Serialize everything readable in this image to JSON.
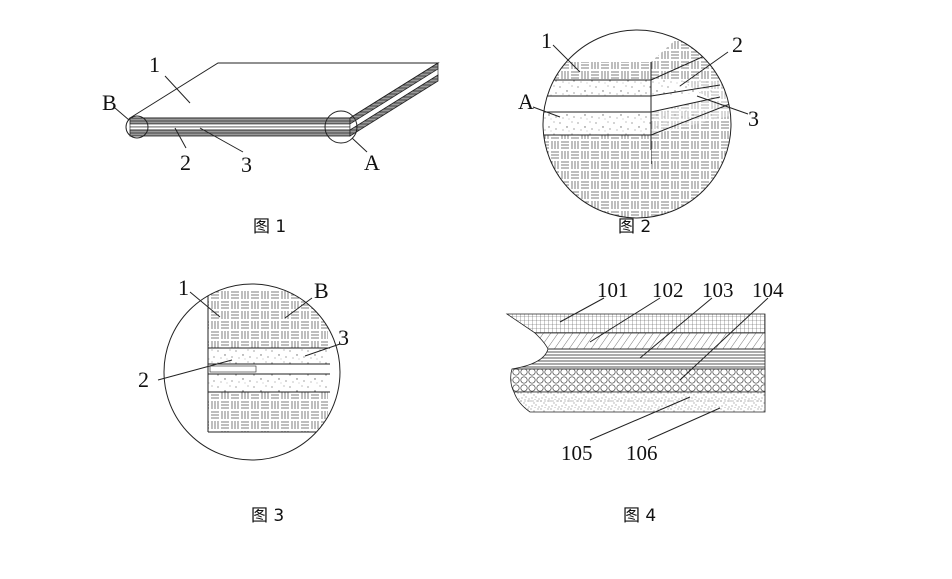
{
  "figures": [
    {
      "caption": "图 1",
      "labels": {
        "top": "1",
        "b": "B",
        "layer2": "2",
        "layer3": "3",
        "a": "A"
      }
    },
    {
      "caption": "图 2",
      "labels": {
        "one": "1",
        "two": "2",
        "a": "A",
        "three": "3"
      }
    },
    {
      "caption": "图 3",
      "labels": {
        "one": "1",
        "b": "B",
        "three": "3",
        "two": "2"
      }
    },
    {
      "caption": "图 4",
      "labels": {
        "l101": "101",
        "l102": "102",
        "l103": "103",
        "l104": "104",
        "l105": "105",
        "l106": "106"
      }
    }
  ]
}
